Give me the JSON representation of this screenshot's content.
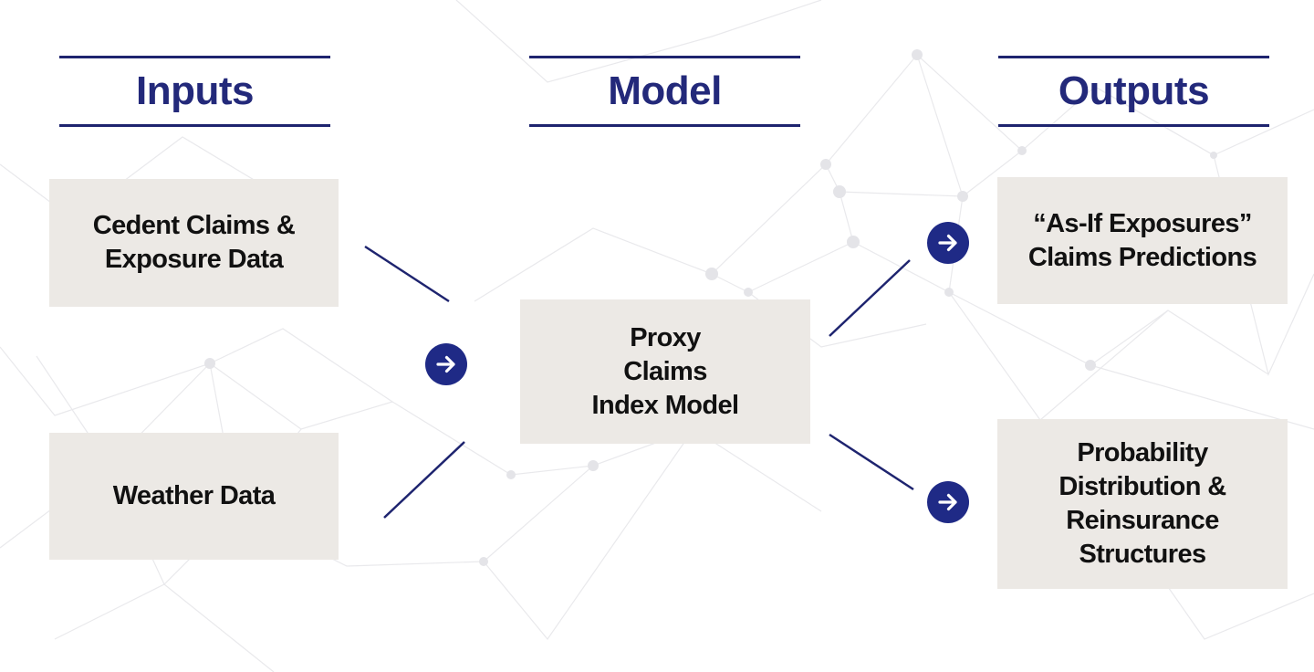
{
  "columns": {
    "inputs": {
      "title": "Inputs"
    },
    "model": {
      "title": "Model"
    },
    "outputs": {
      "title": "Outputs"
    }
  },
  "nodes": {
    "cedent_data": {
      "lines": [
        "Cedent Claims &",
        "Exposure Data"
      ]
    },
    "weather_data": {
      "lines": [
        "Weather Data"
      ]
    },
    "proxy_model": {
      "lines": [
        "Proxy",
        "Claims",
        "Index Model"
      ]
    },
    "as_if_predictions": {
      "lines": [
        "“As-If Exposures”",
        "Claims Predictions"
      ]
    },
    "probability_distribution": {
      "lines": [
        "Probability",
        "Distribution &",
        "Reinsurance",
        "Structures"
      ]
    }
  },
  "icons": {
    "flow_arrow": "arrow-right-circle-icon",
    "background": "network-mesh-pattern"
  },
  "colors": {
    "heading": "#23297a",
    "rule": "#1e246f",
    "connector": "#1e246f",
    "arrow_circle": "#1f2a86",
    "box_fill": "#ece9e5",
    "box_text": "#111111"
  }
}
